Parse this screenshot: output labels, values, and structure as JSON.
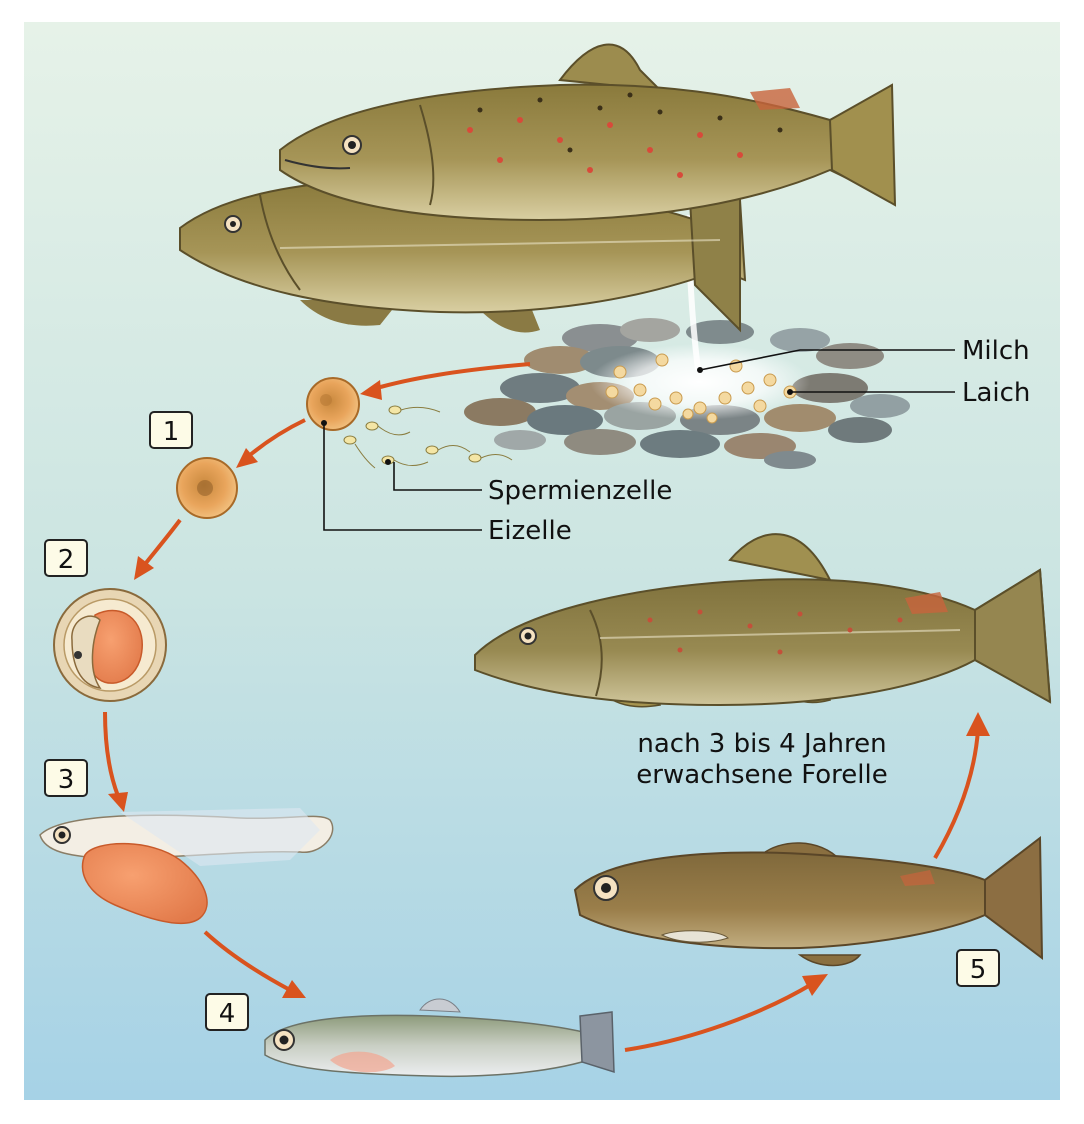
{
  "labels": {
    "milch": "Milch",
    "laich": "Laich",
    "spermienzelle": "Spermienzelle",
    "eizelle": "Eizelle",
    "adult_line1": "nach 3 bis 4 Jahren",
    "adult_line2": "erwachsene Forelle"
  },
  "stages": [
    "1",
    "2",
    "3",
    "4",
    "5"
  ],
  "colors": {
    "arrow": "#d9531e",
    "bg_top": "#e4f1e6",
    "bg_bottom": "#a9d4e6",
    "egg": "#e8a35a",
    "fish_body": "#9a8a4c"
  }
}
